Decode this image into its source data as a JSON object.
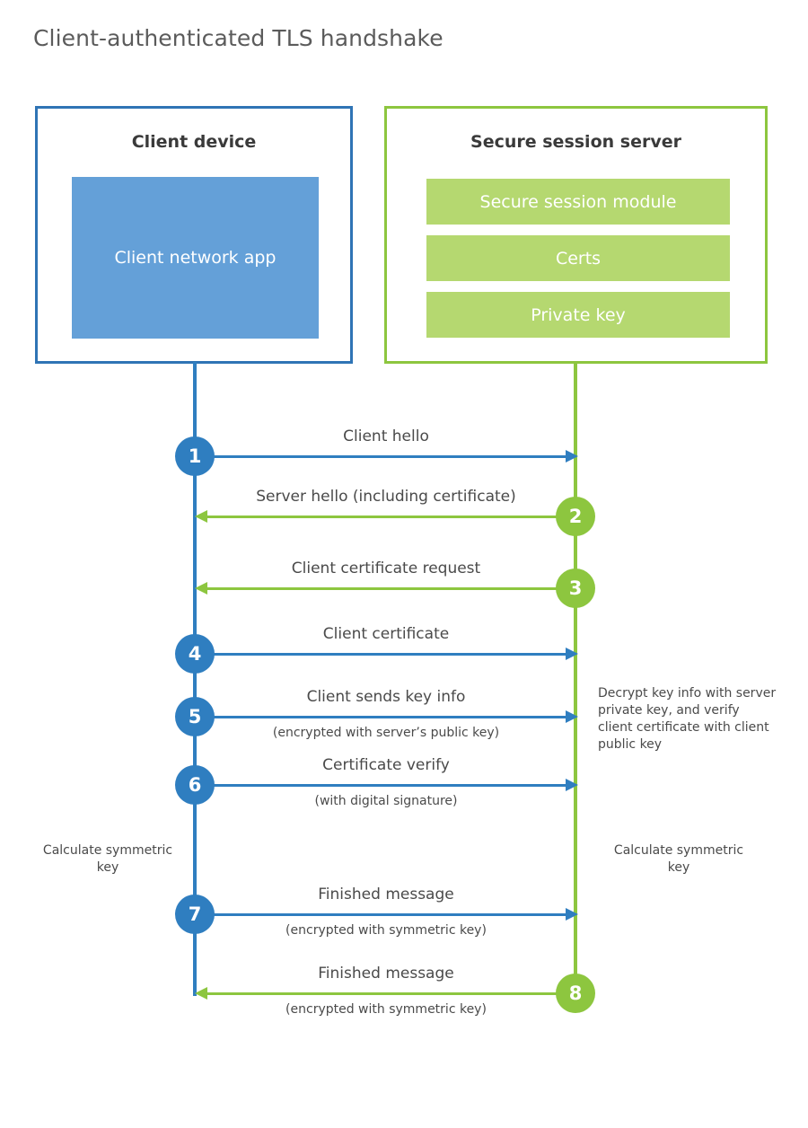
{
  "title": "Client-authenticated TLS handshake",
  "colors": {
    "client_accent": "#2f7ec0",
    "client_border": "#2f74b5",
    "client_app_fill": "#64a0d8",
    "server_accent": "#8dc63f",
    "server_bar_fill": "#b5d870",
    "text": "#4a4a4a",
    "title_text": "#5b5b5b",
    "heading_text": "#3a3a3a",
    "background": "#ffffff"
  },
  "actors": {
    "client": {
      "title": "Client device",
      "app_label": "Client network app"
    },
    "server": {
      "title": "Secure session server",
      "components": [
        "Secure session module",
        "Certs",
        "Private key"
      ]
    }
  },
  "messages": [
    {
      "step": "1",
      "label": "Client hello",
      "sublabel": "",
      "direction": "client-to-server",
      "origin": "client"
    },
    {
      "step": "2",
      "label": "Server hello (including certificate)",
      "sublabel": "",
      "direction": "server-to-client",
      "origin": "server"
    },
    {
      "step": "3",
      "label": "Client certificate request",
      "sublabel": "",
      "direction": "server-to-client",
      "origin": "server"
    },
    {
      "step": "4",
      "label": "Client certificate",
      "sublabel": "",
      "direction": "client-to-server",
      "origin": "client"
    },
    {
      "step": "5",
      "label": "Client sends key info",
      "sublabel": "(encrypted with server’s public key)",
      "direction": "client-to-server",
      "origin": "client"
    },
    {
      "step": "6",
      "label": "Certificate verify",
      "sublabel": "(with digital signature)",
      "direction": "client-to-server",
      "origin": "client"
    },
    {
      "step": "7",
      "label": "Finished message",
      "sublabel": "(encrypted with symmetric key)",
      "direction": "client-to-server",
      "origin": "client"
    },
    {
      "step": "8",
      "label": "Finished message",
      "sublabel": "(encrypted with symmetric key)",
      "direction": "server-to-client",
      "origin": "server"
    }
  ],
  "notes": {
    "server_decrypt": "Decrypt key info with server private key, and verify client certificate with client public key",
    "client_calculate": "Calculate symmetric key",
    "server_calculate": "Calculate symmetric key"
  }
}
